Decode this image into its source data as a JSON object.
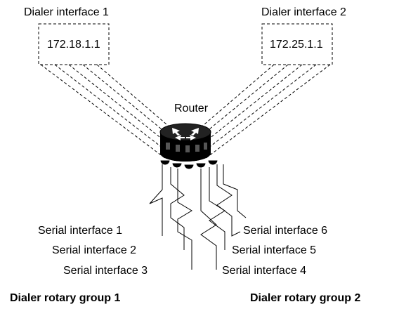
{
  "dialer_interfaces": [
    {
      "label": "Dialer interface 1",
      "ip": "172.18.1.1"
    },
    {
      "label": "Dialer interface 2",
      "ip": "172.25.1.1"
    }
  ],
  "router": {
    "label": "Router",
    "icon": "router-icon"
  },
  "serial_interfaces": [
    "Serial interface 1",
    "Serial interface 2",
    "Serial interface 3",
    "Serial interface 4",
    "Serial interface 5",
    "Serial interface 6"
  ],
  "rotary_groups": [
    "Dialer rotary group 1",
    "Dialer rotary group 2"
  ],
  "colors": {
    "line": "#000000",
    "router_body": "#000000",
    "router_top": "#1a1a1a"
  }
}
